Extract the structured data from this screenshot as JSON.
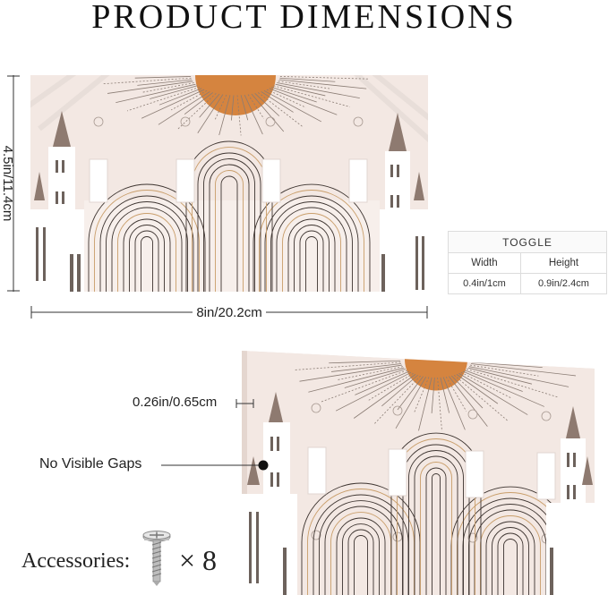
{
  "title": "PRODUCT DIMENSIONS",
  "height_label": "4.5in/11.4cm",
  "width_label": "8in/20.2cm",
  "toggle_table": {
    "header": "TOGGLE",
    "columns": [
      "Width",
      "Height"
    ],
    "values": [
      "0.4in/1cm",
      "0.9in/2.4cm"
    ]
  },
  "thickness_label": "0.26in/0.65cm",
  "gaps_label": "No Visible Gaps",
  "accessories_label": "Accessories:",
  "accessories_count": "× 8",
  "colors": {
    "plate_bg": "#f3e8e3",
    "sun": "#d5843f",
    "arch_line": "#3d3430",
    "arch_gold": "#c99e6a",
    "tower": "#ffffff",
    "spire": "#8e7a70"
  },
  "icons": [
    "screw-icon",
    "dot-marker-icon"
  ]
}
